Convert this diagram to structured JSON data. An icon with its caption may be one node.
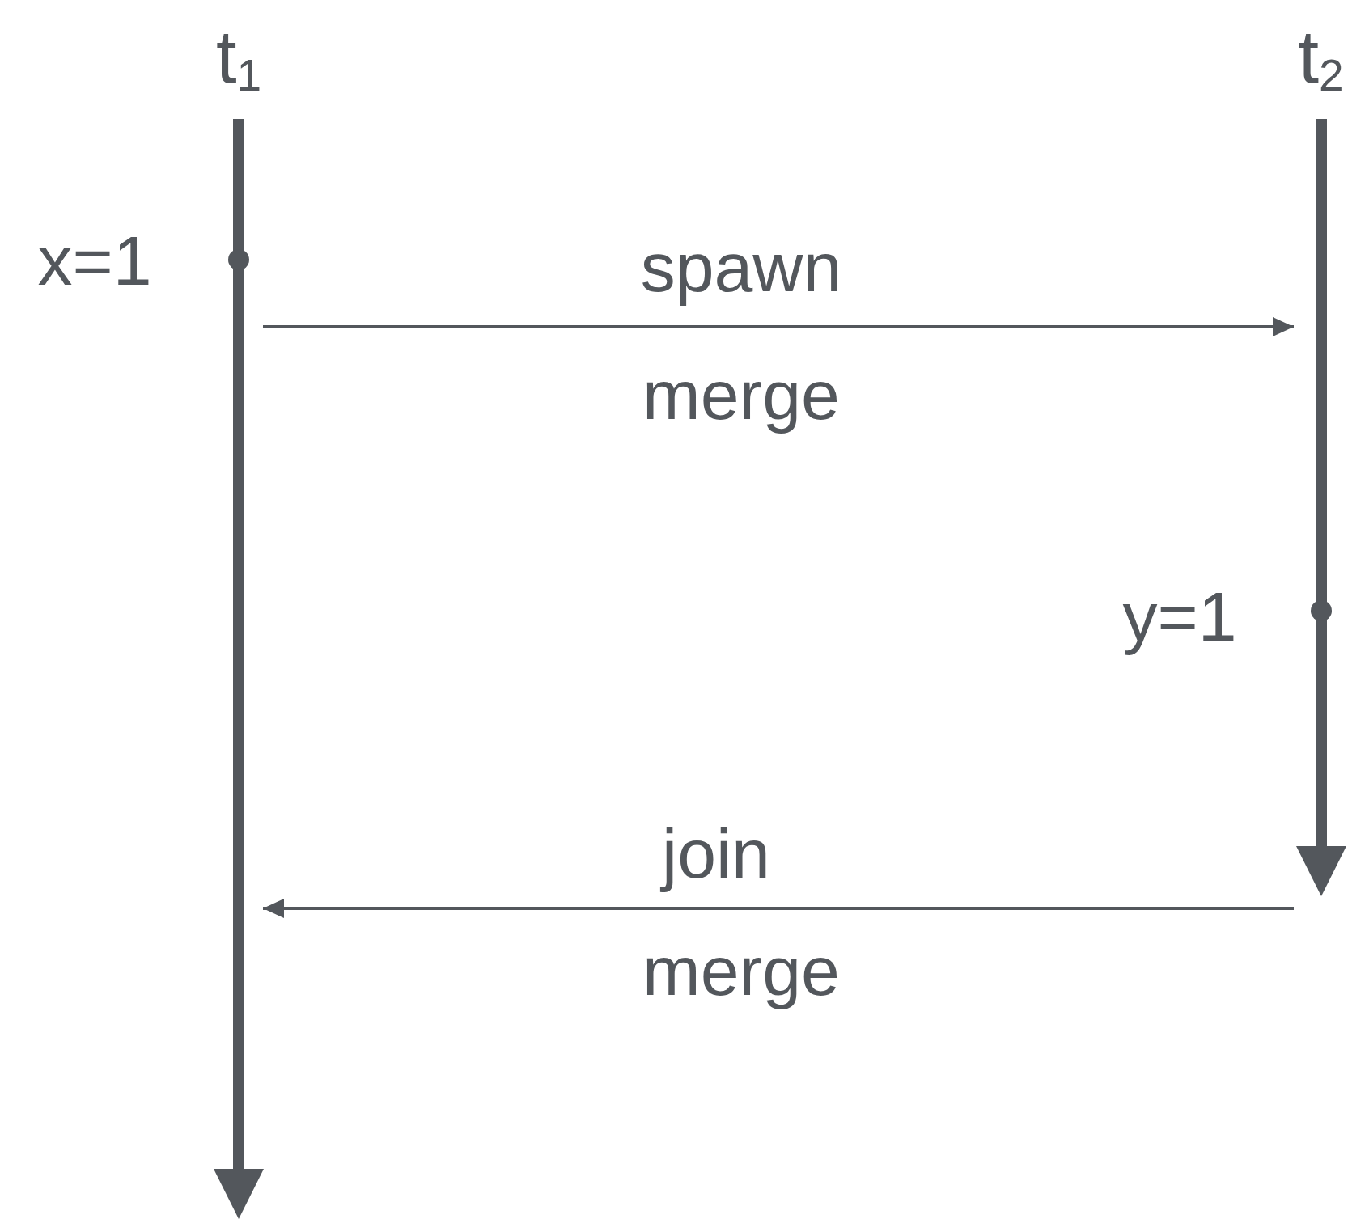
{
  "diagram": {
    "nodes": [
      {
        "text": [
          "t$_{1}$"
        ]
      },
      {
        "text": [
          "t$_{2}$"
        ]
      }
    ],
    "edges": [
      {
        "from": 0,
        "to": 1,
        "arrow": "to",
        "label": "spawn"
      },
      {
        "from": 1,
        "to": 0,
        "arrow": "to",
        "label": "join"
      }
    ],
    "labels": [
      "x=1",
      "merge",
      "y=1",
      "merge"
    ]
  }
}
